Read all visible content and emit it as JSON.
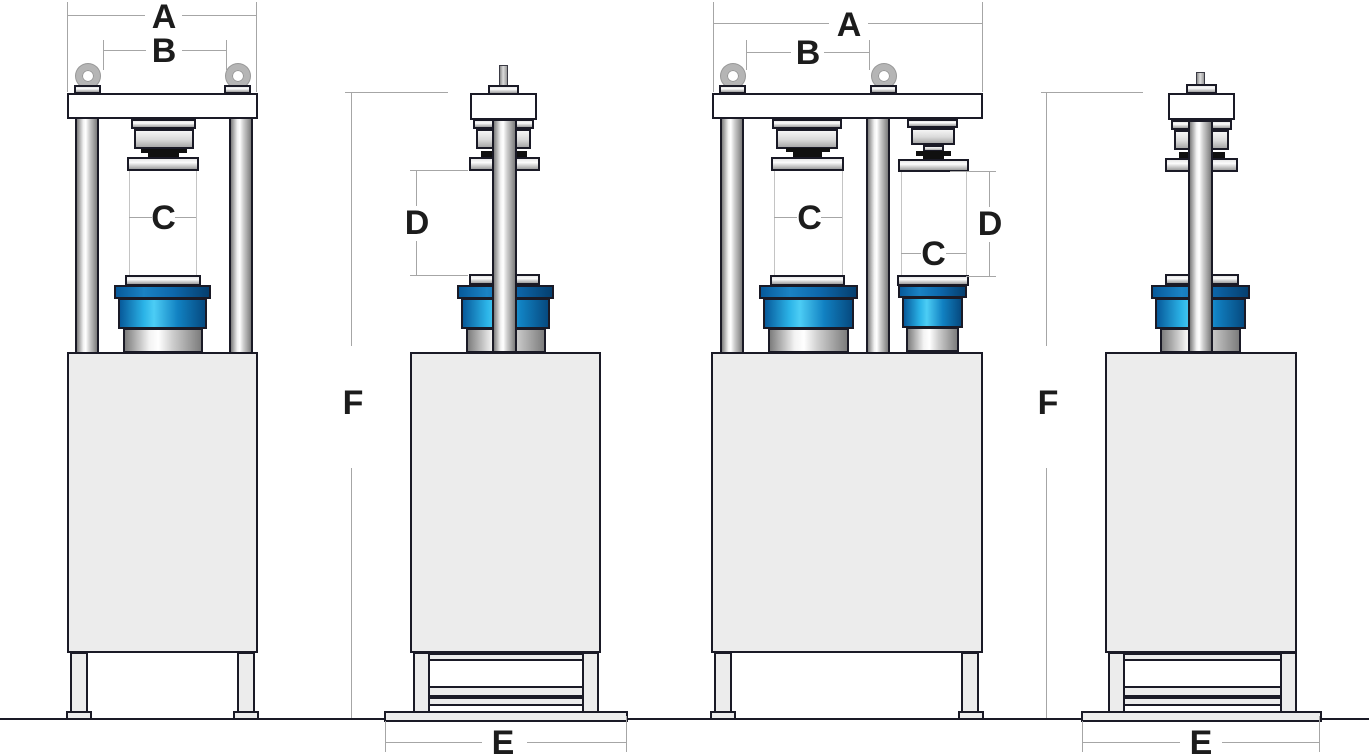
{
  "diagram": {
    "type": "dimensional-technical-drawing",
    "subject": "compression testing machine frames, front and side elevations",
    "dim_labels": {
      "A": "A",
      "B": "B",
      "C": "C",
      "D": "D",
      "E": "E",
      "F": "F"
    },
    "views": [
      {
        "name": "single-frame front view",
        "dimensions_shown": [
          "A",
          "B",
          "C"
        ]
      },
      {
        "name": "single-frame side view",
        "dimensions_shown": [
          "F",
          "D",
          "E"
        ]
      },
      {
        "name": "dual-frame front view",
        "dimensions_shown": [
          "A",
          "B",
          "C",
          "C",
          "D"
        ]
      },
      {
        "name": "dual-frame side view",
        "dimensions_shown": [
          "F",
          "E"
        ]
      }
    ]
  },
  "colors": {
    "page-bg": "#ffffff",
    "line": "#1a1a26",
    "dim": "#a6a6a6",
    "label": "#1c1c1c",
    "cabinet": "#ececec",
    "steel-light": "#f3f3f3",
    "steel-dark": "#7d7d7d",
    "blue-dark": "#075a9b",
    "ram-blue-mid": "#2bb3e7",
    "blue-light": "#4ccdf5",
    "black-seat": "#101010",
    "eye-gray": "#b5b5b5",
    "specimen-edge": "#c4c4c4"
  }
}
